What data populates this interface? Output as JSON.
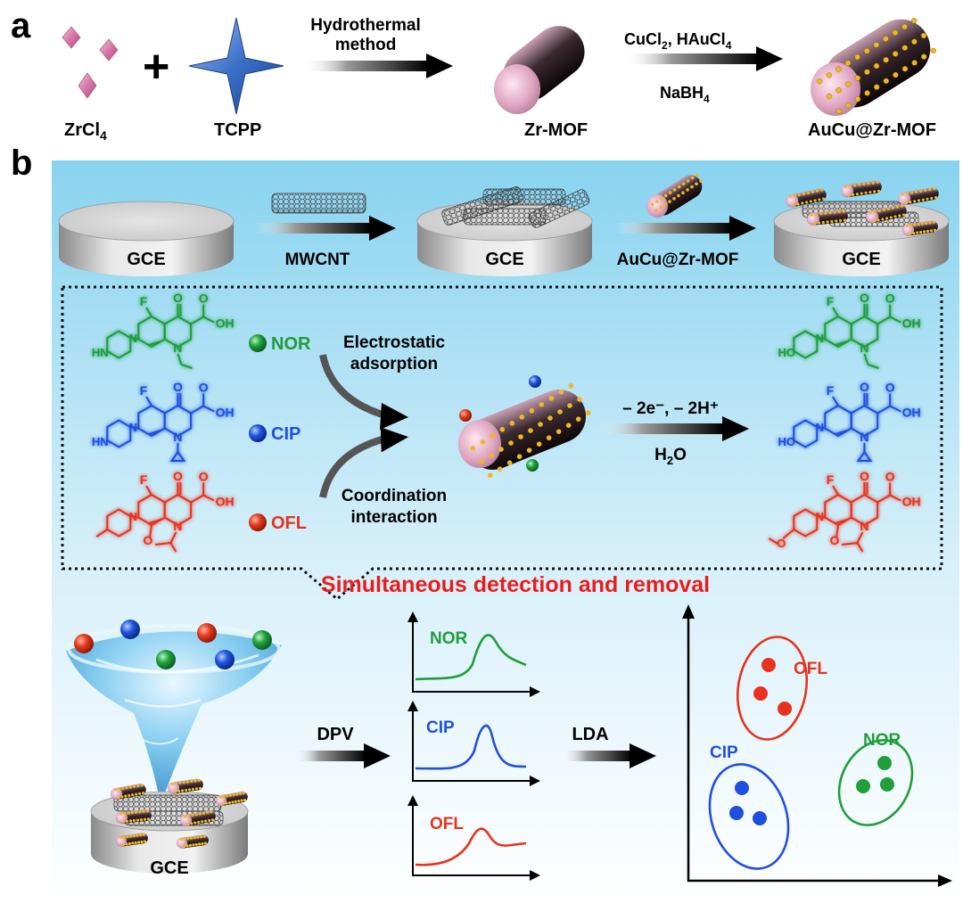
{
  "panel_a": {
    "label": "a",
    "zrcl4_main": "ZrCl",
    "zrcl4_sub": "4",
    "plus": "+",
    "tcpp": "TCPP",
    "step1_line1": "Hydrothermal",
    "step1_line2": "method",
    "zrmof": "Zr-MOF",
    "step2_top_a": "CuCl",
    "step2_top_sub1": "2",
    "step2_top_b": ", HAuCl",
    "step2_top_sub2": "4",
    "step2_bottom_main": "NaBH",
    "step2_bottom_sub": "4",
    "product": "AuCu@Zr-MOF"
  },
  "panel_b": {
    "label": "b",
    "electrode": "GCE",
    "mwcnt": "MWCNT",
    "modifier": "AuCu@Zr-MOF",
    "legend": {
      "nor": "NOR",
      "cip": "CIP",
      "ofl": "OFL"
    },
    "mech_top_line1": "Electrostatic",
    "mech_top_line2": "adsorption",
    "mech_bottom_line1": "Coordination",
    "mech_bottom_line2": "interaction",
    "reaction_top": "– 2e⁻, – 2H⁺",
    "reaction_bottom_main": "H",
    "reaction_bottom_sub": "2",
    "reaction_bottom_tail": "O",
    "headline": "Simultaneous detection and removal",
    "dpv": "DPV",
    "lda": "LDA",
    "curves": {
      "nor": "NOR",
      "cip": "CIP",
      "ofl": "OFL"
    },
    "clusters": {
      "ofl": "OFL",
      "nor": "NOR",
      "cip": "CIP"
    },
    "molecule_labels": {
      "f": "F",
      "o": "O",
      "oh": "OH",
      "n": "N",
      "hn": "HN",
      "ho": "HO"
    }
  },
  "colors": {
    "nor": "#1f9e3a",
    "cip": "#1f4fe0",
    "ofl": "#e8321e",
    "headline": "#e81e1e",
    "box_bg_top": "#8fd6f0",
    "zr_mof": "#d9a5bd",
    "gold": "#f0b820"
  }
}
